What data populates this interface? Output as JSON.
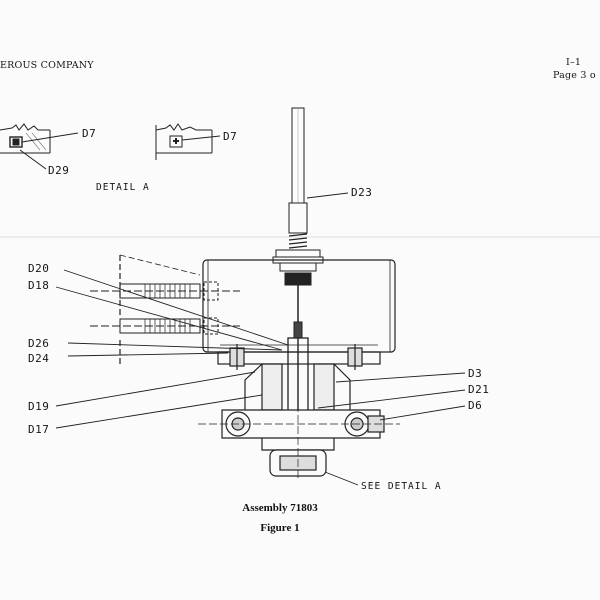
{
  "header": {
    "company": "EROUS COMPANY",
    "doc_number": "I–1",
    "page": "Page 3 o"
  },
  "detail": {
    "label": "DETAIL A",
    "callouts": {
      "d7_a": "D7",
      "d7_b": "D7",
      "d29": "D29"
    }
  },
  "callouts": {
    "d23": "D23",
    "d20": "D20",
    "d18": "D18",
    "d26": "D26",
    "d24": "D24",
    "d19": "D19",
    "d17": "D17",
    "d3": "D3",
    "d21": "D21",
    "d6": "D6",
    "see_detail": "SEE DETAIL A"
  },
  "caption": {
    "assembly": "Assembly 71803",
    "figure": "Figure 1"
  }
}
